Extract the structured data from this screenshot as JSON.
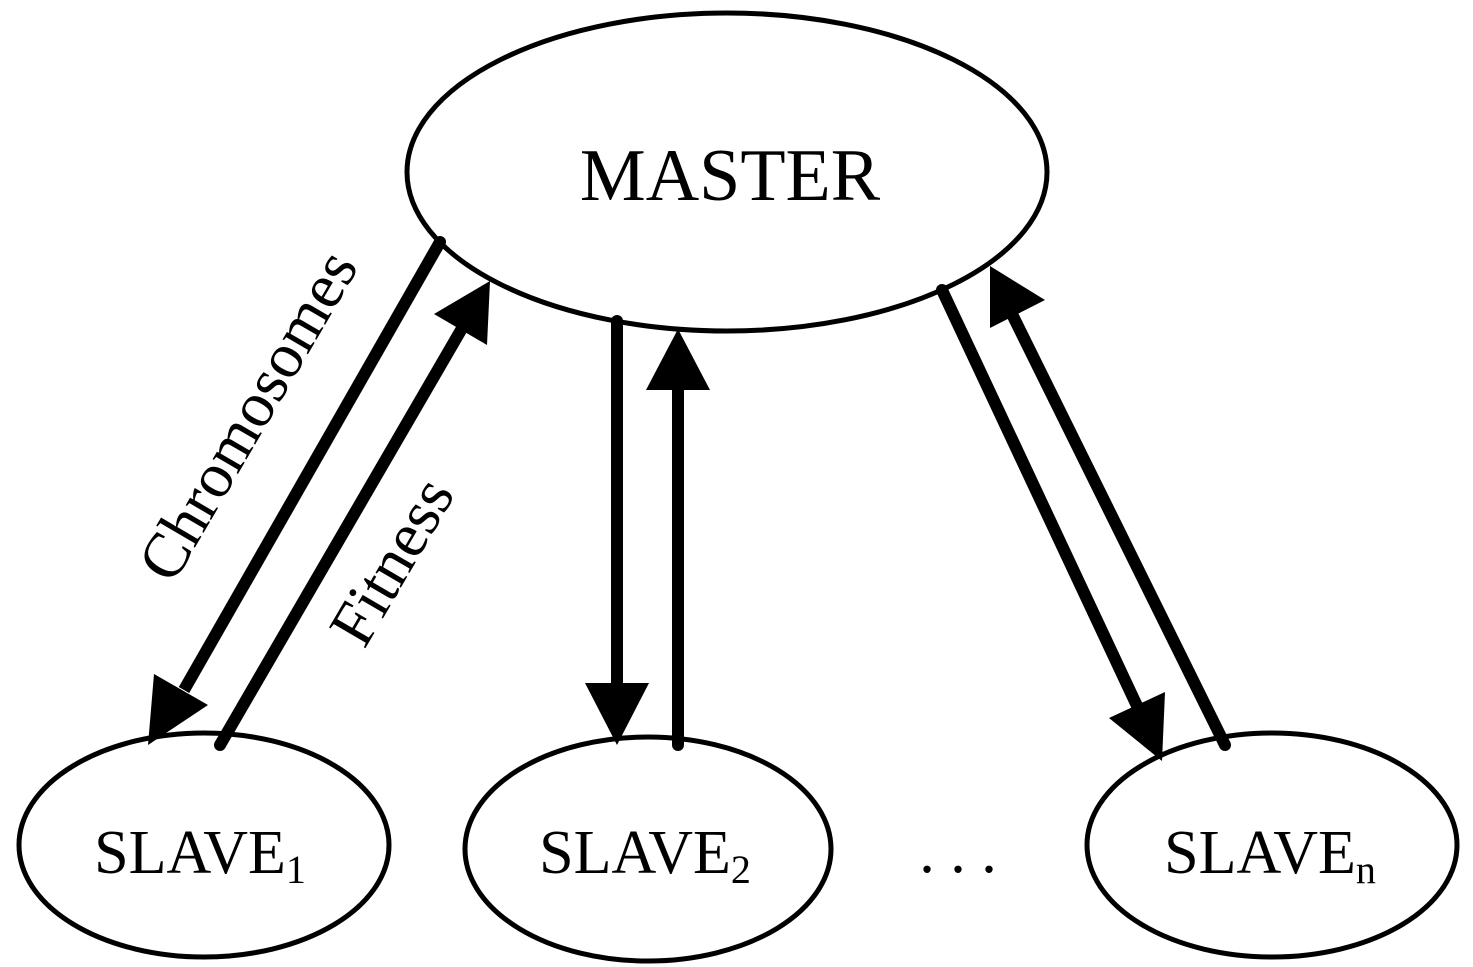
{
  "master": {
    "label": "MASTER"
  },
  "slaves": [
    {
      "name": "SLAVE",
      "subscript": "1"
    },
    {
      "name": "SLAVE",
      "subscript": "2"
    },
    {
      "name": "SLAVE",
      "subscript": "n"
    }
  ],
  "ellipsis": ". . .",
  "edge_labels": {
    "down": "Chromosomes",
    "up": "Fitness"
  }
}
